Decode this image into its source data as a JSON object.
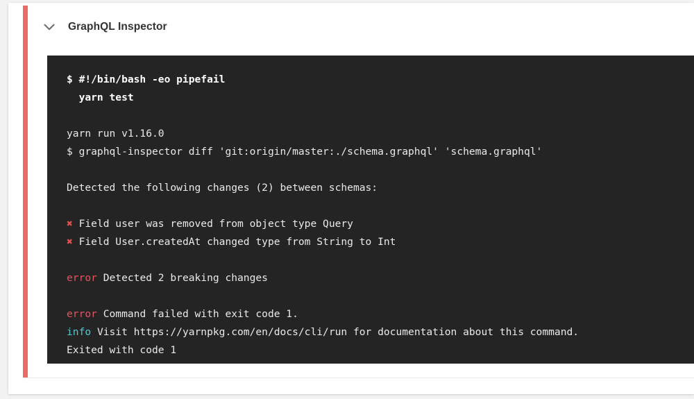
{
  "card": {
    "status_color": "#ef6a61"
  },
  "header": {
    "collapse_icon": "chevron-down-icon",
    "title": "GraphQL Inspector"
  },
  "terminal": {
    "background": "#242424",
    "text_color": "#eceae8",
    "error_color": "#e2555f",
    "info_color": "#56c5ce",
    "marker_color": "#e45050",
    "lines": [
      {
        "id": "l1",
        "kind": "command",
        "bold": true,
        "text": "$ #!/bin/bash -eo pipefail"
      },
      {
        "id": "l2",
        "kind": "command",
        "bold": true,
        "text": "  yarn test"
      },
      {
        "id": "l3",
        "kind": "blank",
        "text": ""
      },
      {
        "id": "l4",
        "kind": "output",
        "text": "yarn run v1.16.0"
      },
      {
        "id": "l5",
        "kind": "output",
        "text": "$ graphql-inspector diff 'git:origin/master:./schema.graphql' 'schema.graphql'"
      },
      {
        "id": "l6",
        "kind": "blank",
        "text": ""
      },
      {
        "id": "l7",
        "kind": "output",
        "text": "Detected the following changes (2) between schemas:"
      },
      {
        "id": "l8",
        "kind": "blank",
        "text": ""
      },
      {
        "id": "l9",
        "kind": "breaking-change",
        "marker": "✖",
        "text": " Field user was removed from object type Query"
      },
      {
        "id": "l10",
        "kind": "breaking-change",
        "marker": "✖",
        "text": " Field User.createdAt changed type from String to Int"
      },
      {
        "id": "l11",
        "kind": "blank",
        "text": ""
      },
      {
        "id": "l12",
        "kind": "error",
        "label": "error",
        "text": " Detected 2 breaking changes"
      },
      {
        "id": "l13",
        "kind": "blank",
        "text": ""
      },
      {
        "id": "l14",
        "kind": "error",
        "label": "error",
        "text": " Command failed with exit code 1."
      },
      {
        "id": "l15",
        "kind": "info",
        "label": "info",
        "text": " Visit https://yarnpkg.com/en/docs/cli/run for documentation about this command."
      },
      {
        "id": "l16",
        "kind": "output",
        "text": "Exited with code 1"
      }
    ]
  }
}
